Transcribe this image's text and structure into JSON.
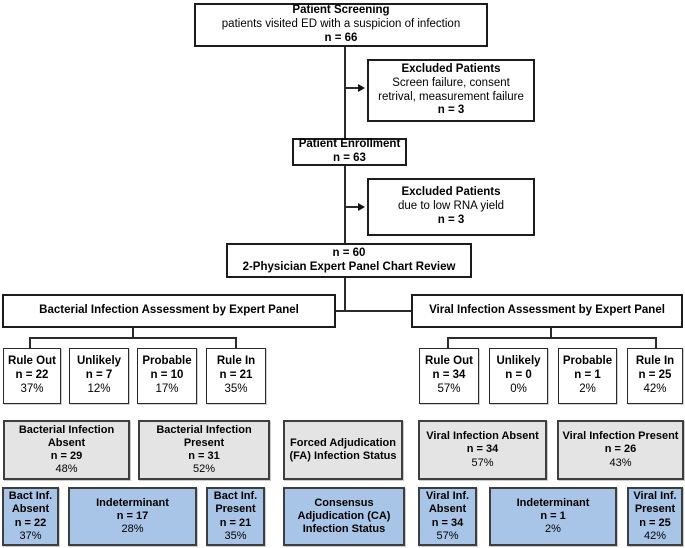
{
  "colors": {
    "background": "#ffffff",
    "box_fill_white": "#ffffff",
    "box_fill_gray": "#e4e4e4",
    "box_fill_blue": "#a8c4e6",
    "border": "#1c1c1c",
    "connector": "#2b2b2b"
  },
  "flow": {
    "screening": {
      "title": "Patient Screening",
      "subtitle": "patients visited ED with a suspicion of infection",
      "n": "n = 66"
    },
    "excluded_screening": {
      "title": "Excluded Patients",
      "reason": "Screen failure, consent retrival, measurement failure",
      "n": "n = 3"
    },
    "enrollment": {
      "title": "Patient Enrollment",
      "n": "n = 63"
    },
    "excluded_enrollment": {
      "title": "Excluded Patients",
      "reason": "due to low RNA yield",
      "n": "n = 3"
    },
    "chart_review": {
      "n": "n = 60",
      "title": "2-Physician Expert Panel Chart Review"
    }
  },
  "bacterial": {
    "panel_title": "Bacterial Infection Assessment by Expert Panel",
    "assessment": [
      {
        "label": "Rule Out",
        "n": "n = 22",
        "pct": "37%"
      },
      {
        "label": "Unlikely",
        "n": "n = 7",
        "pct": "12%"
      },
      {
        "label": "Probable",
        "n": "n = 10",
        "pct": "17%"
      },
      {
        "label": "Rule In",
        "n": "n = 21",
        "pct": "35%"
      }
    ],
    "fa": [
      {
        "label": "Bacterial Infection Absent",
        "n": "n = 29",
        "pct": "48%"
      },
      {
        "label": "Bacterial Infection Present",
        "n": "n = 31",
        "pct": "52%"
      }
    ],
    "ca": [
      {
        "label": "Bact Inf. Absent",
        "n": "n = 22",
        "pct": "37%"
      },
      {
        "label": "Indeterminant",
        "n": "n = 17",
        "pct": "28%"
      },
      {
        "label": "Bact Inf. Present",
        "n": "n = 21",
        "pct": "35%"
      }
    ]
  },
  "viral": {
    "panel_title": "Viral Infection Assessment by Expert Panel",
    "assessment": [
      {
        "label": "Rule Out",
        "n": "n = 34",
        "pct": "57%"
      },
      {
        "label": "Unlikely",
        "n": "n = 0",
        "pct": "0%"
      },
      {
        "label": "Probable",
        "n": "n = 1",
        "pct": "2%"
      },
      {
        "label": "Rule In",
        "n": "n = 25",
        "pct": "42%"
      }
    ],
    "fa": [
      {
        "label": "Viral Infection Absent",
        "n": "n = 34",
        "pct": "57%"
      },
      {
        "label": "Viral Infection Present",
        "n": "n = 26",
        "pct": "43%"
      }
    ],
    "ca": [
      {
        "label": "Viral Inf. Absent",
        "n": "n = 34",
        "pct": "57%"
      },
      {
        "label": "Indeterminant",
        "n": "n = 1",
        "pct": "2%"
      },
      {
        "label": "Viral Inf. Present",
        "n": "n = 25",
        "pct": "42%"
      }
    ]
  },
  "adjudication": {
    "fa_label": "Forced Adjudication (FA) Infection Status",
    "ca_label": "Consensus Adjudication (CA) Infection Status"
  }
}
